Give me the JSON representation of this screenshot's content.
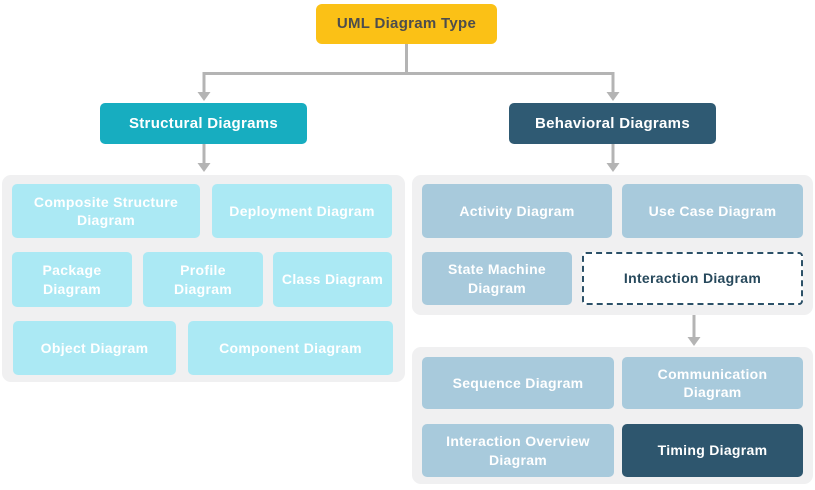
{
  "diagram": {
    "title": "UML Diagram Type",
    "structural": {
      "label": "Structural Diagrams",
      "children": [
        "Composite Structure Diagram",
        "Deployment Diagram",
        "Package Diagram",
        "Profile Diagram",
        "Class Diagram",
        "Object Diagram",
        "Component Diagram"
      ]
    },
    "behavioral": {
      "label": "Behavioral Diagrams",
      "children": [
        "Activity Diagram",
        "Use Case Diagram",
        "State Machine Diagram",
        "Interaction Diagram"
      ]
    },
    "interaction": {
      "children": [
        "Sequence Diagram",
        "Communication Diagram",
        "Interaction Overview Diagram",
        "Timing Diagram"
      ]
    }
  },
  "colors": {
    "root-bg": "#FBC116",
    "root-text": "#4D4D4D",
    "structural-bg": "#17ADC0",
    "behavioral-bg": "#2F5A73",
    "structural-child-bg": "#ABE9F4",
    "behavioral-child-bg": "#A8CADC",
    "highlight-bg": "#2E566E",
    "panel-bg": "#F0F0F1",
    "connector": "#B4B4B4",
    "dashed-border": "#2C5168",
    "dashed-text": "#27495C"
  }
}
